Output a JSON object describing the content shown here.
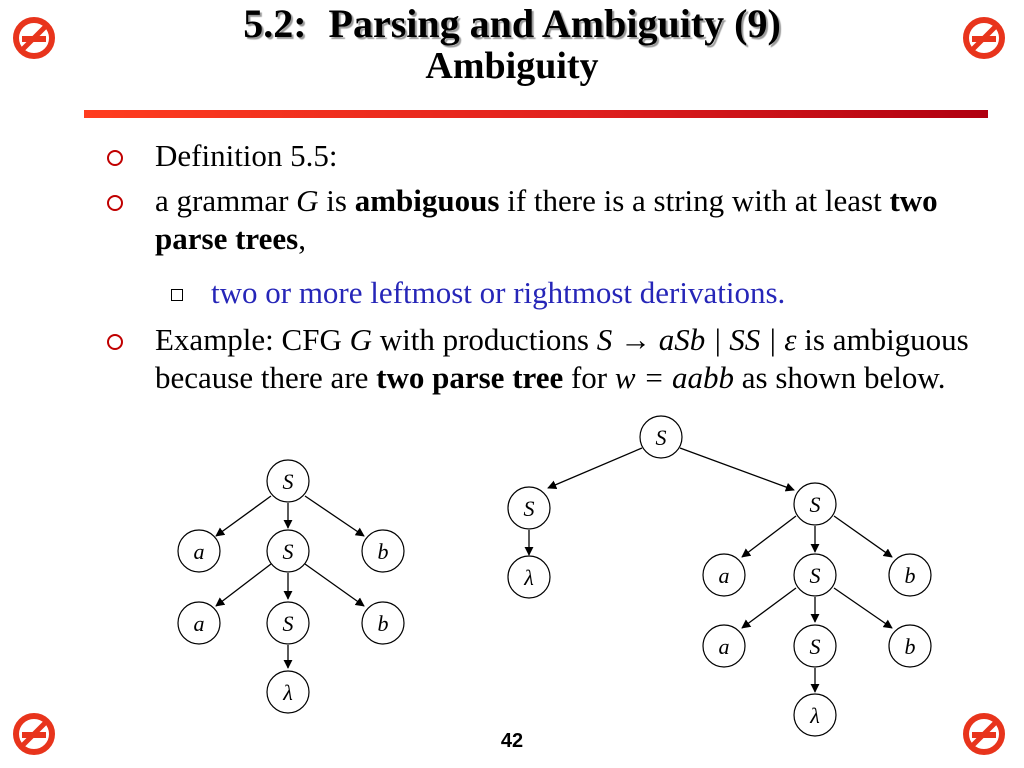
{
  "slide": {
    "title_number": "5.2:",
    "title_main": "Parsing and Ambiguity (9)",
    "title_sub": "Ambiguity",
    "page_number": "42"
  },
  "bullets": {
    "b1": "Definition 5.5:",
    "b2_pre": "a grammar ",
    "b2_g": "G",
    "b2_is": " is ",
    "b2_amb": "ambiguous",
    "b2_mid": " if there is a string with at least ",
    "b2_two": "two parse trees",
    "b2_end": ",",
    "sub": "two or more leftmost or rightmost derivations.",
    "b3_pre": "Example: CFG ",
    "b3_g": "G",
    "b3_with": " with productions ",
    "b3_prod": "S → aSb | SS | ε",
    "b3_mid": " is ambiguous because there are ",
    "b3_two": "two parse tree",
    "b3_for": " for ",
    "b3_w": "w = aabb",
    "b3_end": " as shown below."
  },
  "trees": {
    "left": {
      "n1": "S",
      "n2": "a",
      "n3": "S",
      "n4": "b",
      "n5": "a",
      "n6": "S",
      "n7": "b",
      "n8": "λ"
    },
    "right": {
      "n1": "S",
      "n2": "S",
      "n3": "S",
      "n4": "λ",
      "n5": "a",
      "n6": "S",
      "n7": "b",
      "n8": "a",
      "n9": "S",
      "n10": "b",
      "n11": "λ"
    }
  },
  "colors": {
    "accent_red": "#c00000",
    "sub_bullet_blue": "#2626b8",
    "corner_icon": "#e8341c"
  },
  "icons": {
    "corner": "no-smoking-icon",
    "bullet": "hollow-circle-bullet-icon",
    "sub_bullet": "hollow-square-bullet-icon"
  }
}
